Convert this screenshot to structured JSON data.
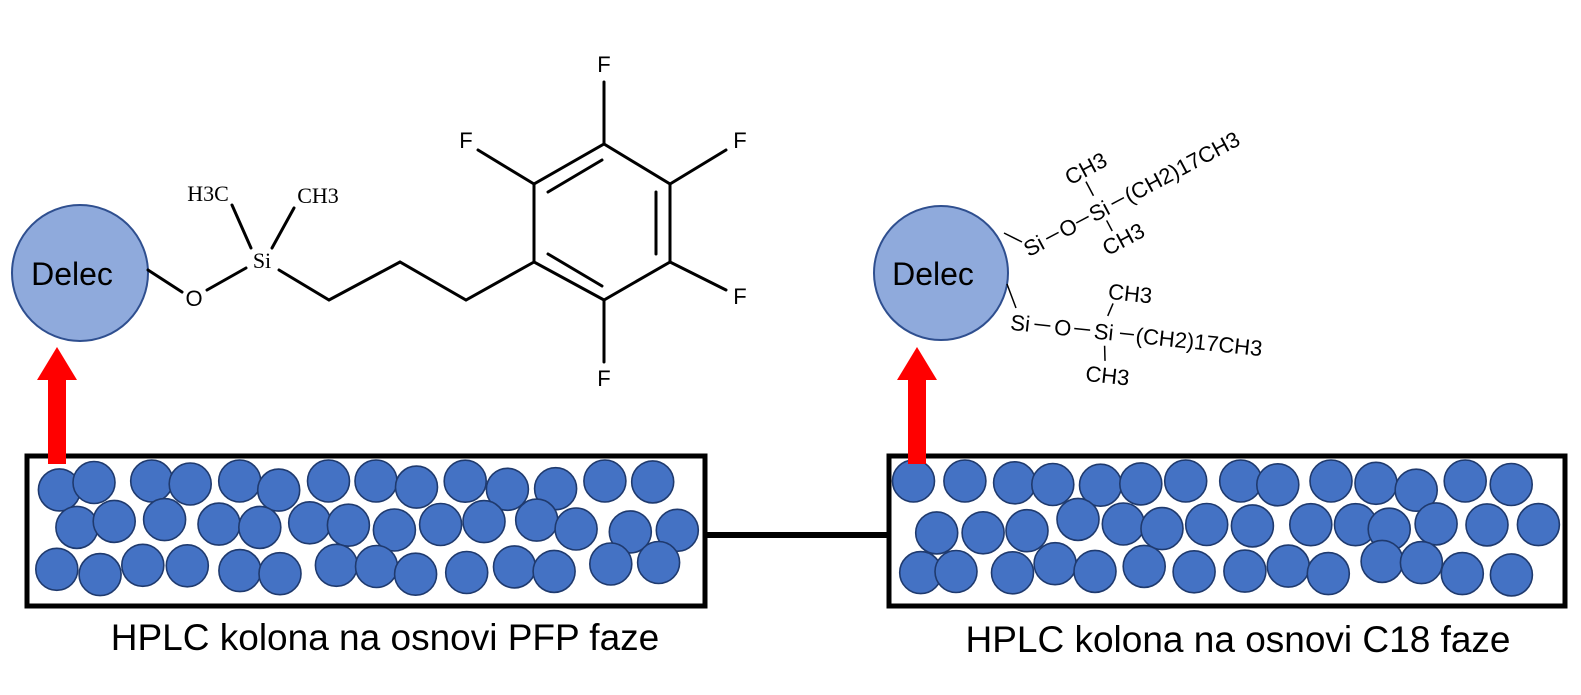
{
  "left": {
    "particle_label": "Delec",
    "column_caption": "HPLC kolona na osnovi PFP faze",
    "ligand_atoms": {
      "h3c": "H3C",
      "ch3": "CH3",
      "si": "Si",
      "o": "O",
      "f": "F"
    }
  },
  "right": {
    "particle_label": "Delec",
    "column_caption": "HPLC kolona na osnovi C18 faze",
    "ligand_atoms": {
      "si": "Si",
      "o": "O",
      "ch3": "CH3",
      "chain": "(CH2)17CH3"
    }
  },
  "colors": {
    "particle_fill": "#8faadc",
    "particle_stroke": "#2f4f8f",
    "bead_fill": "#4472c4",
    "arrow": "#ff0000",
    "column_border": "#000000"
  },
  "icons": [
    "up-arrow-icon",
    "up-arrow-icon"
  ]
}
